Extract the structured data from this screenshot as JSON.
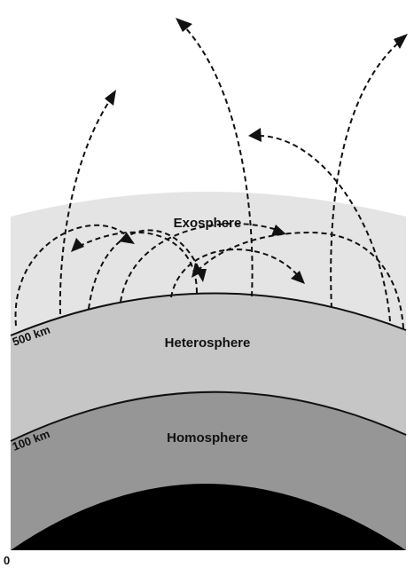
{
  "layers": {
    "exosphere": "Exosphere",
    "heterosphere": "Heterosphere",
    "homosphere": "Homosphere"
  },
  "altitudes": {
    "top_boundary": "500 km",
    "middle_boundary": "100 km",
    "surface": "0"
  },
  "colors": {
    "exosphere_fill": "#e4e4e4",
    "heterosphere_fill": "#c6c6c6",
    "homosphere_fill": "#969696",
    "earth_fill": "#000000",
    "lines": "#111111"
  }
}
